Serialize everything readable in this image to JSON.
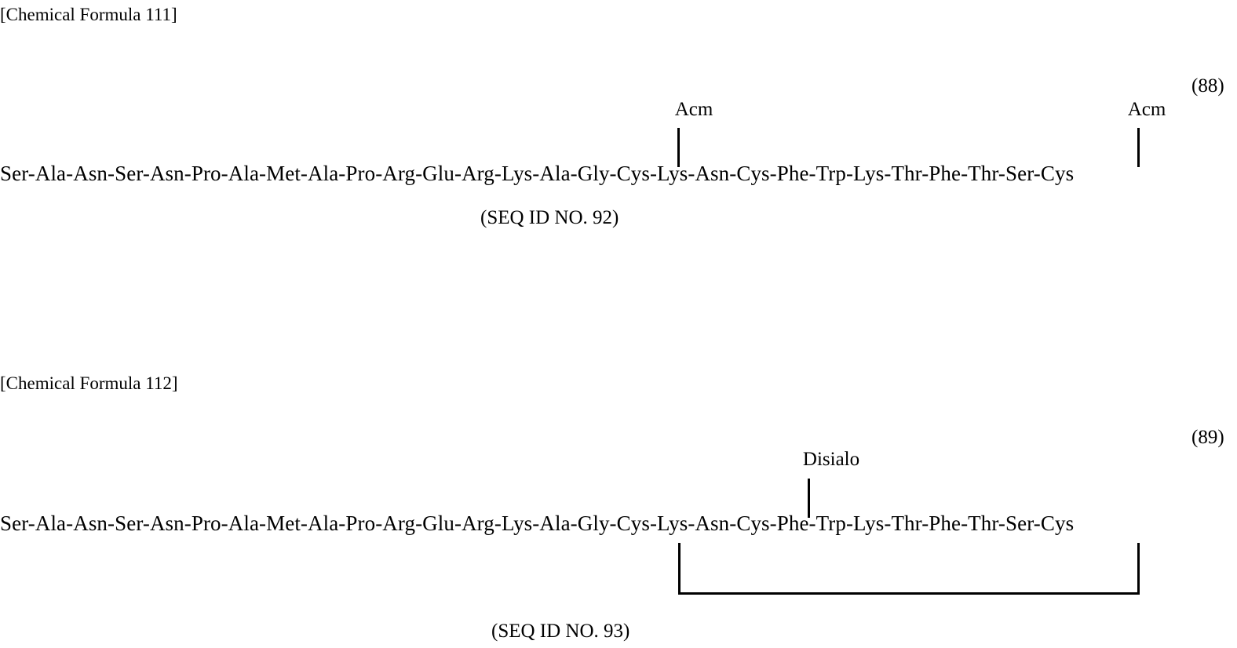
{
  "document": {
    "type": "patent-chemical-formula-page",
    "background_color": "#ffffff",
    "text_color": "#000000"
  },
  "formulas": [
    {
      "header": "[Chemical Formula 111]",
      "equation_number": "(88)",
      "sequence": "Ser-Ala-Asn-Ser-Asn-Pro-Ala-Met-Ala-Pro-Arg-Glu-Arg-Lys-Ala-Gly-Cys-Lys-Asn-Cys-Phe-Trp-Lys-Thr-Phe-Thr-Ser-Cys",
      "caption": "(SEQ ID NO. 92)",
      "modifiers": [
        {
          "label": "Acm",
          "attached_to": "Cys-17"
        },
        {
          "label": "Acm",
          "attached_to": "Cys-28"
        }
      ]
    },
    {
      "header": "[Chemical Formula 112]",
      "equation_number": "(89)",
      "sequence": "Ser-Ala-Asn-Ser-Asn-Pro-Ala-Met-Ala-Pro-Arg-Glu-Arg-Lys-Ala-Gly-Cys-Lys-Asn-Cys-Phe-Trp-Lys-Thr-Phe-Thr-Ser-Cys",
      "caption": "(SEQ ID NO. 93)",
      "modifiers": [
        {
          "label": "Disialo",
          "attached_to": "Cys-20"
        }
      ],
      "disulfide_bridge": {
        "from": "Cys-17",
        "to": "Cys-28"
      }
    }
  ]
}
